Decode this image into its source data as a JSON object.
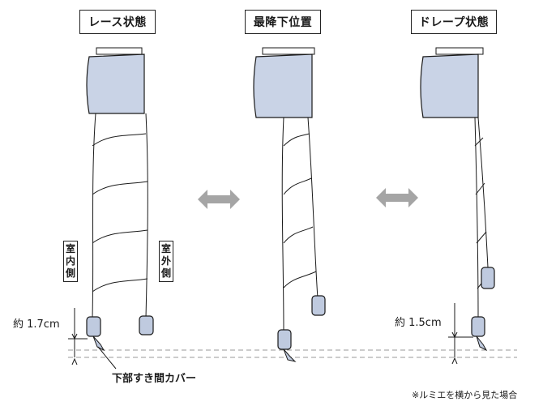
{
  "panels": [
    {
      "key": "lace",
      "title": "レース状態"
    },
    {
      "key": "lowest",
      "title": "最降下位置"
    },
    {
      "key": "drape",
      "title": "ドレープ状態"
    }
  ],
  "labels": {
    "indoor": [
      "室",
      "内",
      "側"
    ],
    "outdoor": [
      "室",
      "外",
      "側"
    ]
  },
  "measurements": {
    "lace_gap": "約 1.7cm",
    "drape_gap": "約 1.5cm"
  },
  "bottom_gap_label": "下部すき間カバー",
  "footnote": "※ルミエを横から見た場合",
  "colors": {
    "head_fill": "#c9d3e6",
    "weight_fill": "#bfcadf",
    "arrow": "#a5a5a5",
    "line": "#1a1a1a",
    "dash": "#9a9a9a"
  }
}
